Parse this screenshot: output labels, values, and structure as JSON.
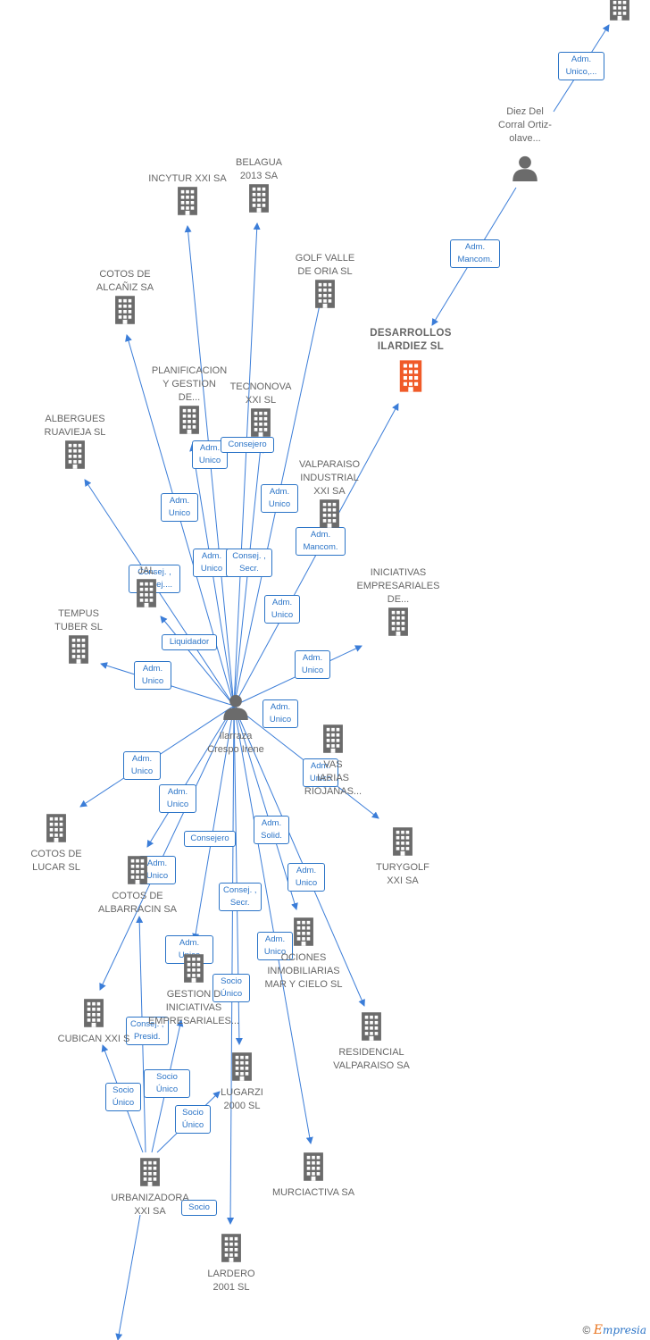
{
  "colors": {
    "edge": "#3b7dd8",
    "node_icon": "#6b6b6b",
    "focus_icon": "#f05a28",
    "label_text": "#666666"
  },
  "center": {
    "name": "Ilarraza\nCrespo Irene",
    "icon": "person-icon"
  },
  "top_person": {
    "name": "Diez Del\nCorral Ortiz-\nolave...",
    "icon": "person-icon"
  },
  "focus": {
    "name": "DESARROLLOS\nILARDIEZ  SL",
    "icon": "building-icon"
  },
  "companies": [
    {
      "id": "top",
      "name": ""
    },
    {
      "id": "incytur",
      "name": "INCYTUR XXI SA"
    },
    {
      "id": "belagua",
      "name": "BELAGUA\n2013 SA"
    },
    {
      "id": "golfvalle",
      "name": "GOLF VALLE\nDE ORIA SL"
    },
    {
      "id": "cotosalcaniz",
      "name": "COTOS DE\nALCAÑIZ SA"
    },
    {
      "id": "planificacion",
      "name": "PLANIFICACION\nY GESTION\nDE..."
    },
    {
      "id": "tecnonova",
      "name": "TECNONOVA\nXXI SL"
    },
    {
      "id": "albergues",
      "name": "ALBERGUES\nRUAVIEJA  SL"
    },
    {
      "id": "valparaiso",
      "name": "VALPARAISO\nINDUSTRIAL\nXXI SA"
    },
    {
      "id": "jal",
      "name": "JAL"
    },
    {
      "id": "iniciativas",
      "name": "INICIATIVAS\nEMPRESARIALES\nDE..."
    },
    {
      "id": "tempus",
      "name": "TEMPUS\nTUBER SL"
    },
    {
      "id": "riojanas",
      "name": "VAS\nIARIAS\nRIOJANAS..."
    },
    {
      "id": "turygolf",
      "name": "TURYGOLF\nXXI SA"
    },
    {
      "id": "cotoslucar",
      "name": "COTOS DE\nLUCAR SL"
    },
    {
      "id": "cotosalbarracin",
      "name": "COTOS DE\nALBARRACIN SA"
    },
    {
      "id": "promociones",
      "name": "OCIONES\nINMOBILIARIAS\nMAR Y CIELO SL"
    },
    {
      "id": "gestion",
      "name": "GESTION D\nINICIATIVAS\nEMPRESARIALES..."
    },
    {
      "id": "residencial",
      "name": "RESIDENCIAL\nVALPARAISO SA"
    },
    {
      "id": "cubican",
      "name": "CUBICAN XXI S"
    },
    {
      "id": "lugarzi",
      "name": "LUGARZI\n2000 SL"
    },
    {
      "id": "urbanizadora",
      "name": "URBANIZADORA\nXXI SA"
    },
    {
      "id": "murciactiva",
      "name": "MURCIACTIVA SA"
    },
    {
      "id": "lardero",
      "name": "LARDERO\n2001 SL"
    }
  ],
  "edge_labels": [
    "Adm.\nUnico,...",
    "Adm.\nMancom.",
    "Adm.\nUnico",
    "Consejero",
    "Adm.\nUnico",
    "Adm.\nUnico",
    "Adm.\nMancom.",
    "Adm.\nUnico",
    "Consej. ,\nSecr.",
    "Consej. ,\nConsej....",
    "Adm.\nUnico",
    "Liquidador",
    "Adm.\nUnico",
    "Adm.\nUnico",
    "Adm.\nUnico",
    "Adm.\nUnico",
    "Adm.\nUnico",
    "Consejero",
    "Adm.\nSolid.",
    "Adm.\nUnico",
    "Adm.\nUnico",
    "Adm.\nUnico",
    "Consej. ,\nSecr.",
    "Adm.\nUnico",
    "Adm.\nUnico",
    "Socio\nÚnico",
    "Consej. ,\nPresid.",
    "Socio\nÚnico",
    "Socio\nÚnico",
    "Socio\nÚnico",
    "Socio"
  ],
  "logo": {
    "symbol": "©",
    "e": "E",
    "rest": "mpresia"
  }
}
